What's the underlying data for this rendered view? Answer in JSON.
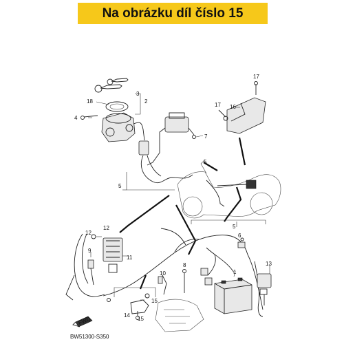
{
  "header": {
    "title": "Na obrázku díl číslo 15"
  },
  "diagram": {
    "code": "BW51300-S350",
    "fwd_label": "FWD",
    "callouts": {
      "c1": "1",
      "c2": "2",
      "c3": "3",
      "c4": "4",
      "c5a": "5",
      "c5b": "5",
      "c5c": "5",
      "c6": "6",
      "c7": "7",
      "c8": "8",
      "c9": "9",
      "c10": "10",
      "c11": "11",
      "c12a": "12",
      "c12b": "12",
      "c13": "13",
      "c14": "14",
      "c15a": "15",
      "c15b": "15",
      "c16": "16",
      "c17a": "17",
      "c17b": "17",
      "c18": "18"
    }
  }
}
